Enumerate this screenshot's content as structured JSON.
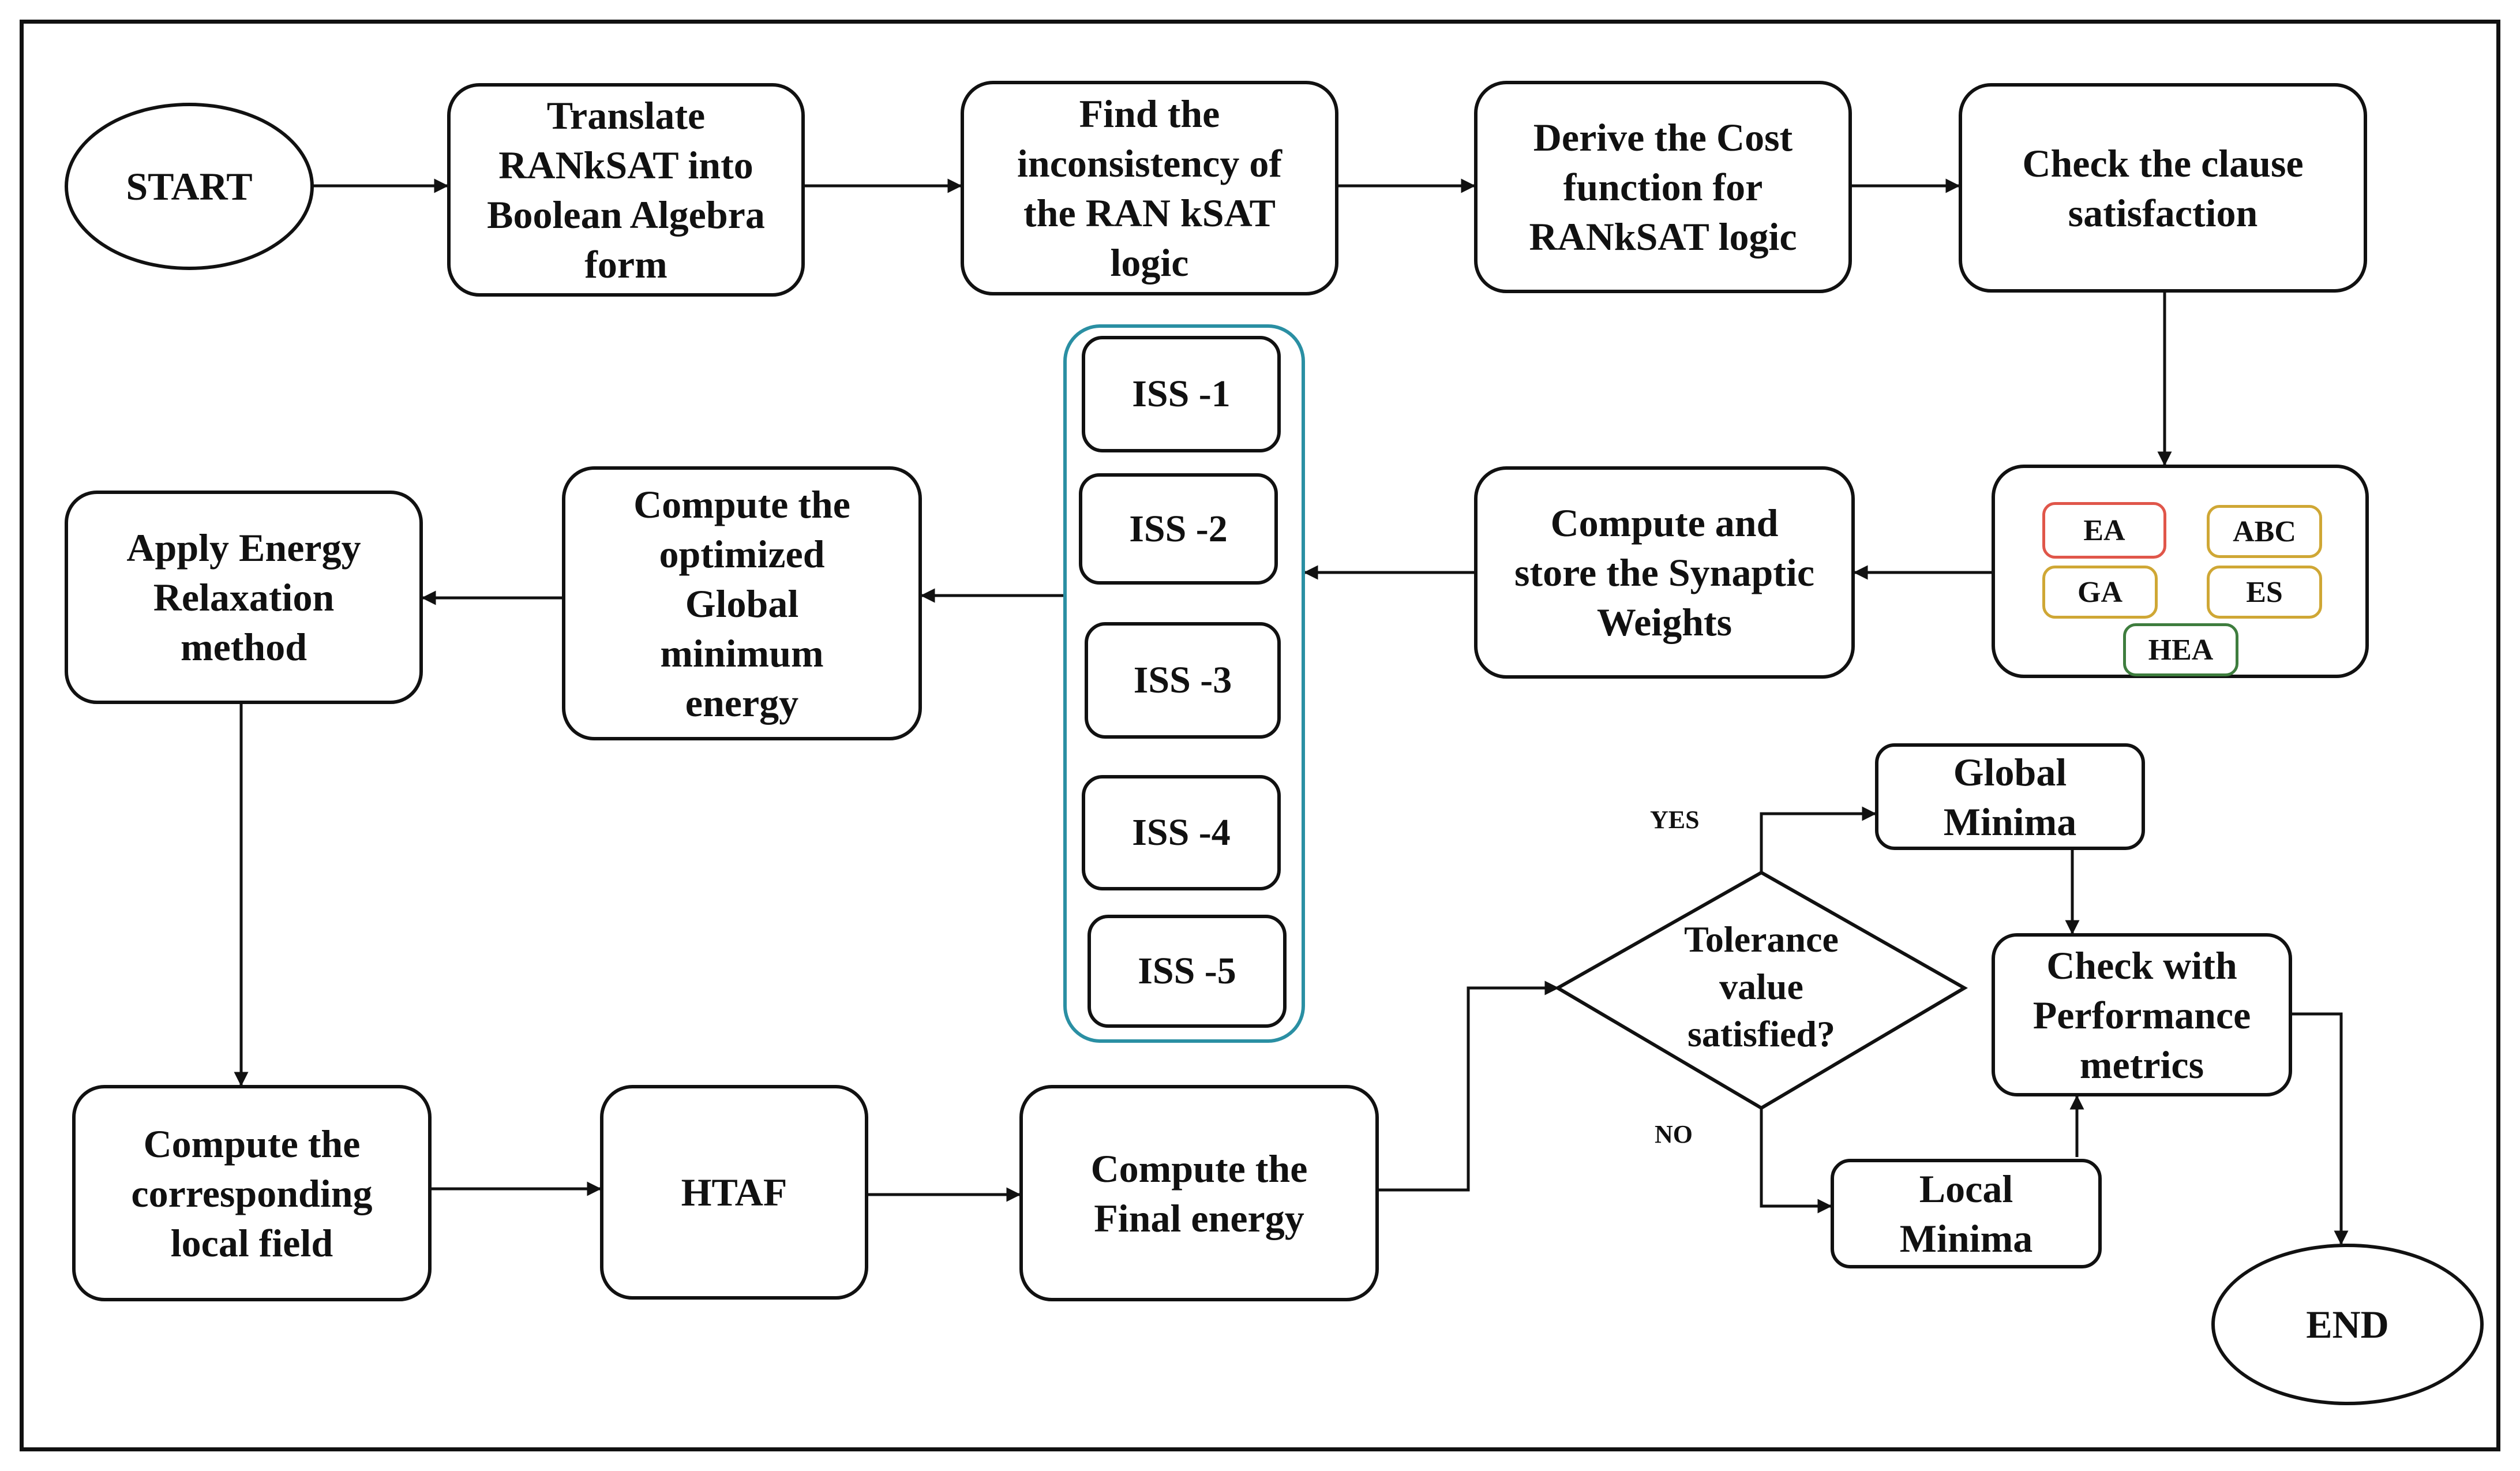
{
  "nodes": {
    "start": "START",
    "translate": "Translate\nRANkSAT into\nBoolean Algebra\nform",
    "inconsistency": "Find the\ninconsistency of\nthe RAN kSAT\nlogic",
    "cost": "Derive the Cost\nfunction for\nRANkSAT logic",
    "clause": "Check the clause\nsatisfaction",
    "synaptic": "Compute and\nstore the Synaptic\nWeights",
    "optimized": "Compute the\noptimized\nGlobal\nminimum\nenergy",
    "energy_relax": "Apply Energy\nRelaxation\nmethod",
    "local_field": "Compute the\ncorresponding\nlocal field",
    "htaf": "HTAF",
    "final_energy": "Compute the\nFinal energy",
    "tolerance": "Tolerance\nvalue\nsatisfied?",
    "global_minima": "Global\nMinima",
    "local_minima": "Local\nMinima",
    "performance": "Check with\nPerformance\nmetrics",
    "end": "END"
  },
  "iss": [
    "ISS -1",
    "ISS -2",
    "ISS -3",
    "ISS -4",
    "ISS -5"
  ],
  "algorithms": [
    {
      "label": "EA",
      "color": "#e0564a"
    },
    {
      "label": "ABC",
      "color": "#cfa735"
    },
    {
      "label": "GA",
      "color": "#cfa735"
    },
    {
      "label": "ES",
      "color": "#cfa735"
    },
    {
      "label": "HEA",
      "color": "#3e7d3e"
    }
  ],
  "edge_labels": {
    "yes": "YES",
    "no": "NO"
  },
  "colors": {
    "stroke": "#111111",
    "group_border": "#2a8fa3"
  }
}
